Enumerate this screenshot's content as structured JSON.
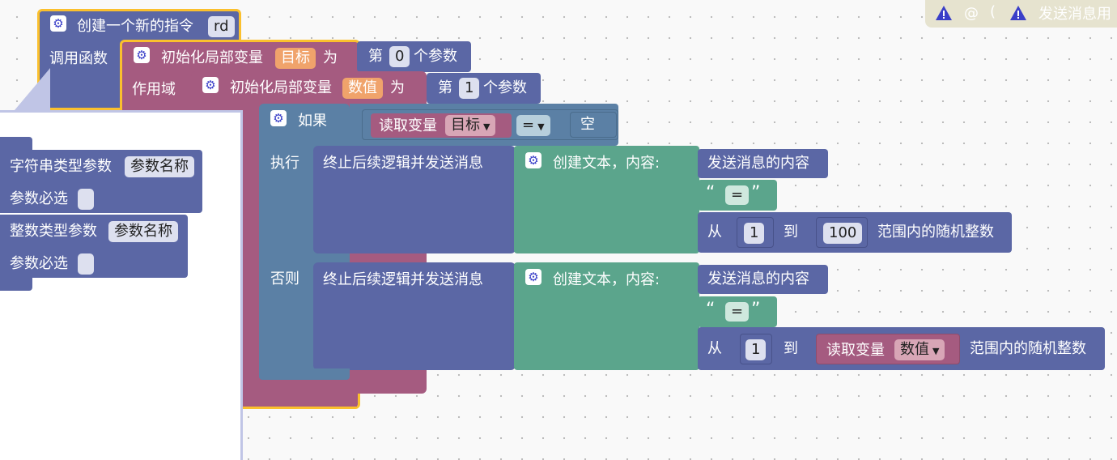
{
  "topbar": {
    "warning_left_icon": "warning-triangle-icon",
    "at_symbol": "@",
    "warning_right_icon": "warning-triangle-icon",
    "label": "发送消息用"
  },
  "command": {
    "title": "创建一个新的指令",
    "name_value": "rd",
    "call_function_label": "调用函数",
    "scope_label": "作用域"
  },
  "init_target": {
    "label": "初始化局部变量",
    "var_name": "目标",
    "as_label": "为",
    "param_prefix": "第",
    "param_index": "0",
    "param_suffix": "个参数"
  },
  "init_value": {
    "label": "初始化局部变量",
    "var_name": "数值",
    "as_label": "为",
    "param_prefix": "第",
    "param_index": "1",
    "param_suffix": "个参数"
  },
  "if_block": {
    "if_label": "如果",
    "read_var_label": "读取变量",
    "read_var_value": "目标",
    "operator": "=",
    "empty_label": "空",
    "then_label": "执行",
    "else_label": "否则"
  },
  "then_branch": {
    "stop_label": "终止后续逻辑并发送消息",
    "create_text_label": "创建文本，内容:",
    "send_content_label": "发送消息的内容",
    "text_open_quote": "“",
    "text_value": "=",
    "text_close_quote": "”",
    "from_label": "从",
    "from_value": "1",
    "to_label": "到",
    "to_value": "100",
    "random_label": "范围内的随机整数"
  },
  "else_branch": {
    "stop_label": "终止后续逻辑并发送消息",
    "create_text_label": "创建文本，内容:",
    "send_content_label": "发送消息的内容",
    "text_open_quote": "“",
    "text_value": "=",
    "text_close_quote": "”",
    "from_label": "从",
    "from_value": "1",
    "to_label": "到",
    "read_var_label": "读取变量",
    "read_var_value": "数值",
    "random_label": "范围内的随机整数"
  },
  "mutator": {
    "string_param_label": "字符串类型参数",
    "string_param_name": "参数名称",
    "string_required_label": "参数必选",
    "int_param_label": "整数类型参数",
    "int_param_name": "参数名称",
    "int_required_label": "参数必选"
  },
  "colors": {
    "procedure_blue": "#5b67a5",
    "variable_mauve": "#a55b80",
    "logic_teal": "#5b80a5",
    "text_green": "#5ba58c",
    "selected_outline": "#fbc02d",
    "mutator_bg": "#ffffff",
    "bubble_outline": "#c0c5e6",
    "topbar_bg": "#e6e3cf"
  }
}
